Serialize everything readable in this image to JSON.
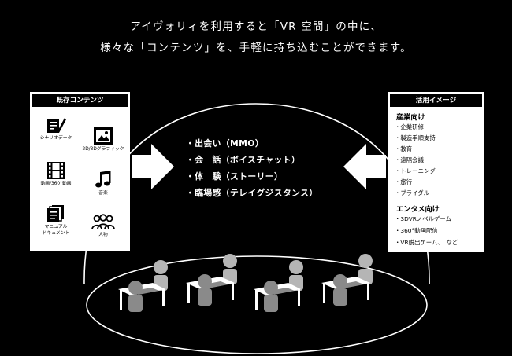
{
  "headline": {
    "line1": "アイヴォリィを利用すると「VR 空間」の中に、",
    "line2": "様々な「コンテンツ」を、手軽に持ち込むことができます。"
  },
  "existing_contents": {
    "title": "既存コンテンツ",
    "items": [
      {
        "label": "シナリオデータ",
        "icon": "scenario-document-icon"
      },
      {
        "label": "2D/3Dグラフィック",
        "icon": "picture-frame-icon"
      },
      {
        "label": "動画/360°動画",
        "icon": "film-strip-icon"
      },
      {
        "label": "音楽",
        "icon": "music-note-icon"
      },
      {
        "label_line1": "マニュアル",
        "label_line2": "ドキュメント",
        "icon": "stacked-documents-icon"
      },
      {
        "label": "人物",
        "icon": "people-icon"
      }
    ]
  },
  "features": [
    "・出会い（MMO）",
    "・会　話（ボイスチャット）",
    "・体　験（ストーリー）",
    "・臨場感（テレイグジスタンス）"
  ],
  "use_cases": {
    "title": "活用イメージ",
    "industry": {
      "heading": "産業向け",
      "items": [
        "・企業研修",
        "・製造手順支持",
        "・教育",
        "・遠隔会議",
        "・トレーニング",
        "・旅行",
        "・ブライダル"
      ]
    },
    "entertainment": {
      "heading": "エンタメ向け",
      "items": [
        "・3DVRノベルゲーム",
        "・360°動画配信",
        "・VR脱出ゲーム、　など"
      ]
    }
  },
  "colors": {
    "background": "#000000",
    "panel": "#ffffff",
    "figure": "#b5b5b5",
    "figure_dark": "#8a8a8a"
  }
}
